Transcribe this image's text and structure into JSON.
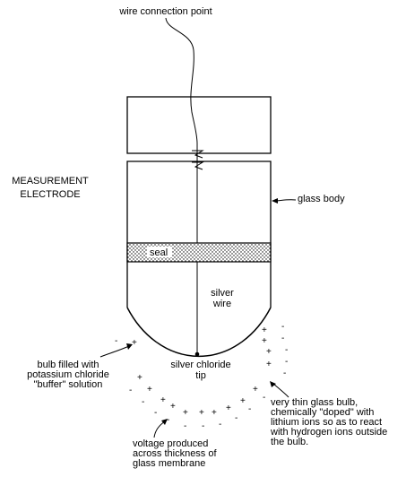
{
  "labels": {
    "wire_connection_point": "wire connection point",
    "measurement_electrode": [
      "MEASUREMENT",
      "ELECTRODE"
    ],
    "glass_body": "glass body",
    "seal": "seal",
    "silver_wire": [
      "silver",
      "wire"
    ],
    "silver_chloride_tip": [
      "silver chloride",
      "tip"
    ],
    "bulb_filled": [
      "bulb filled with",
      "potassium chloride",
      "\"buffer\" solution"
    ],
    "thin_glass_bulb": [
      "very thin glass bulb,",
      "chemically \"doped\" with",
      "lithium ions so as to react",
      "with hydrogen ions outside",
      "the bulb."
    ],
    "voltage_produced": [
      "voltage produced",
      "across thickness of",
      "glass membrane"
    ]
  },
  "charge_symbols": {
    "positive": "+",
    "negative": "-"
  }
}
